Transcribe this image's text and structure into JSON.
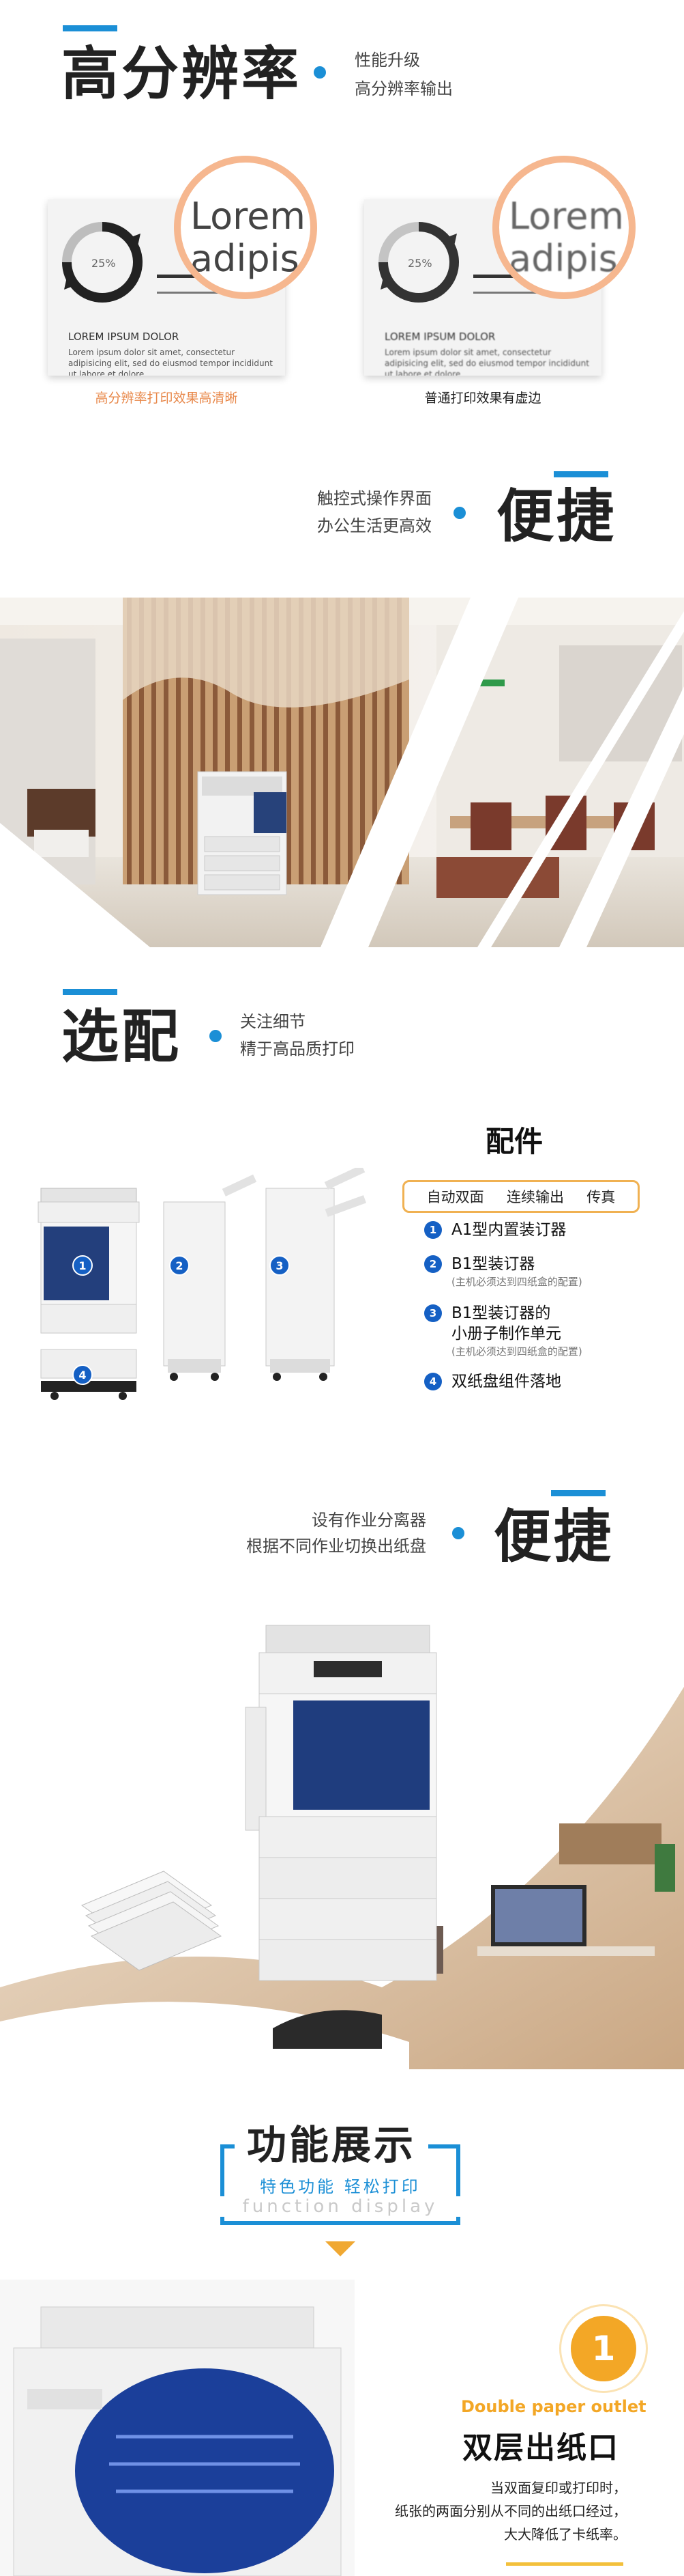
{
  "section_resolution": {
    "title": "高分辨率",
    "lines": [
      "性能升级",
      "高分辨率输出"
    ]
  },
  "demo_cards": [
    {
      "ring_percent": "25%",
      "mini_heading": "LOREM IPSUM DOLOR",
      "mini_body": "Lorem ipsum dolor sit amet, consectetur adipisicing elit, sed do eiusmod tempor incididunt ut labore et dolore",
      "magnifier_lines": [
        "Lorem",
        "adipis"
      ],
      "caption": "高分辨率打印效果高清晰",
      "caption_color": "#e8884a"
    },
    {
      "ring_percent": "25%",
      "mini_heading": "LOREM IPSUM DOLOR",
      "mini_body": "Lorem ipsum dolor sit amet, consectetur adipisicing elit, sed do eiusmod tempor incididunt ut labore et dolore",
      "magnifier_lines": [
        "Lorem",
        "adipis"
      ],
      "caption": "普通打印效果有虚边",
      "caption_color": "#222222"
    }
  ],
  "section_convenient_1": {
    "title": "便捷",
    "lines": [
      "触控式操作界面",
      "办公生活更高效"
    ]
  },
  "section_options": {
    "title": "选配",
    "lines": [
      "关注细节",
      "精于高品质打印"
    ]
  },
  "accessories": {
    "title": "配件",
    "features": [
      "自动双面",
      "连续输出",
      "传真"
    ],
    "machine_badges": [
      "1",
      "2",
      "3",
      "4"
    ],
    "items": [
      {
        "num": "1",
        "lines": [
          "A1型内置装订器"
        ],
        "note": ""
      },
      {
        "num": "2",
        "lines": [
          "B1型装订器"
        ],
        "note": "(主机必须达到四纸盒的配置)"
      },
      {
        "num": "3",
        "lines": [
          "B1型装订器的",
          "小册子制作单元"
        ],
        "note": "(主机必须达到四纸盒的配置)"
      },
      {
        "num": "4",
        "lines": [
          "双纸盘组件落地"
        ],
        "note": ""
      }
    ]
  },
  "section_convenient_2": {
    "title": "便捷",
    "lines": [
      "设有作业分离器",
      "根据不同作业切换出纸盘"
    ]
  },
  "function_display": {
    "title": "功能展示",
    "subtitle": "特色功能 轻松打印",
    "english": "function display"
  },
  "feature_1": {
    "number": "1",
    "english_title": "Double paper outlet",
    "title": "双层出纸口",
    "desc_lines": [
      "当双面复印或打印时，",
      "纸张的两面分别从不同的出纸口经过，",
      "大大降低了卡纸率。"
    ]
  },
  "colors": {
    "accent_blue": "#1b8fd6",
    "accent_orange": "#f3a726",
    "badge_blue": "#1560c4"
  }
}
